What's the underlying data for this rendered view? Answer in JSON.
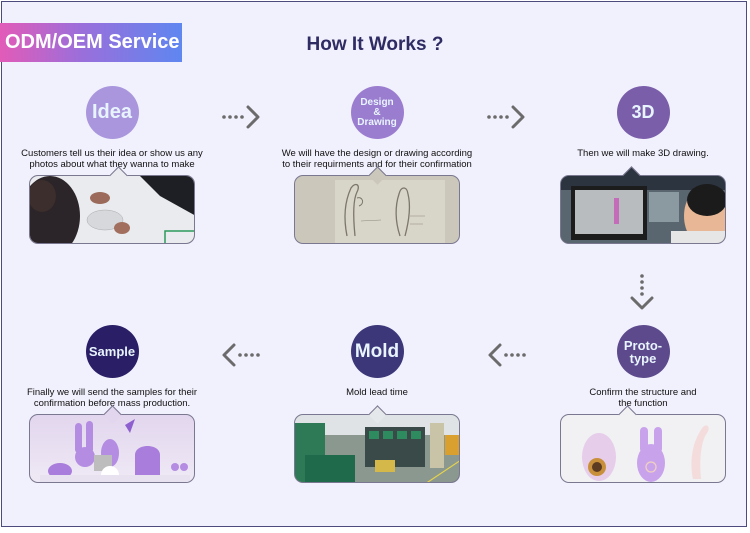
{
  "badge": {
    "label": "ODM/OEM Service"
  },
  "header": {
    "title": "How It Works ?"
  },
  "colors": {
    "background": "#f1f0fd",
    "frame_border": "#4d4a7e",
    "title": "#2f2b63",
    "arrow": "#6b6b6b"
  },
  "steps": [
    {
      "id": "idea",
      "label": "Idea",
      "description": "Customers tell us their idea or show us any photos about what they wanna to make",
      "photo": "person sketching on paper",
      "circle_color": "#a996dc"
    },
    {
      "id": "design",
      "label_lines": [
        "Design",
        "&",
        "Drawing"
      ],
      "description": "We will have the design or drawing according to their requirments and for their confirmation",
      "photo": "pencil sketches of product",
      "circle_color": "#9b7dcf"
    },
    {
      "id": "3d",
      "label": "3D",
      "description": "Then we will make 3D drawing.",
      "photo": "engineer at 3D modeling workstation",
      "circle_color": "#7a5eaa"
    },
    {
      "id": "prototype",
      "label_lines": [
        "Proto-",
        "type"
      ],
      "description": "Confirm the structure and the function",
      "photo": "three pastel prototype products",
      "circle_color": "#5c4a8c"
    },
    {
      "id": "mold",
      "label": "Mold",
      "description": "Mold lead time",
      "photo": "mold workshop with machinery",
      "circle_color": "#3c3778"
    },
    {
      "id": "sample",
      "label": "Sample",
      "description": "Finally we will send the samples for their confirmation before mass production.",
      "photo": "purple product samples",
      "circle_color": "#2a1f66"
    }
  ],
  "arrows": [
    {
      "direction": "right"
    },
    {
      "direction": "right"
    },
    {
      "direction": "down"
    },
    {
      "direction": "left"
    },
    {
      "direction": "left"
    }
  ]
}
